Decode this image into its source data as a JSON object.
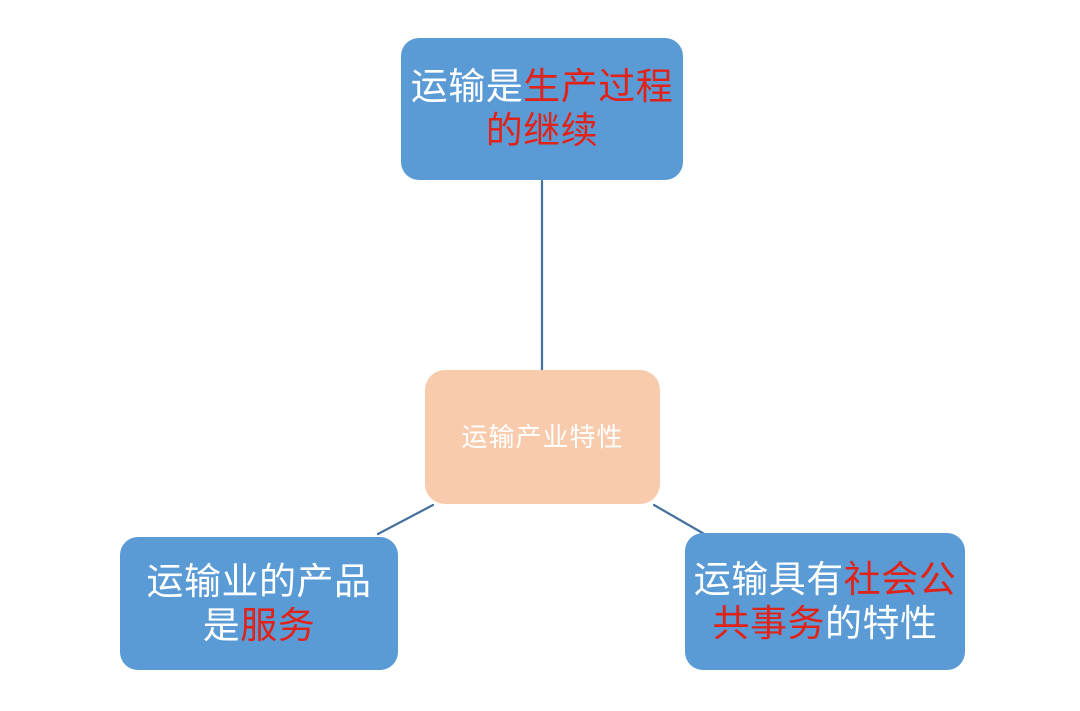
{
  "diagram": {
    "title": "运输产业特性",
    "colors": {
      "background": "#FFFFFF",
      "node_blue": "#5B9BD5",
      "node_center": "#F8CBAD",
      "text_white": "#FFFFFF",
      "text_highlight": "#E02218",
      "connector": "#44709D"
    },
    "center": {
      "label": "运输产业特性"
    },
    "nodes": [
      {
        "id": "top",
        "segments": [
          {
            "text": "运输是",
            "highlight": false
          },
          {
            "text": "生产过程的继续",
            "highlight": true
          }
        ],
        "full_text": "运输是生产过程的继续"
      },
      {
        "id": "left",
        "segments": [
          {
            "text": "运输业的产品是",
            "highlight": false
          },
          {
            "text": "服务",
            "highlight": true
          }
        ],
        "full_text": "运输业的产品是服务"
      },
      {
        "id": "right",
        "segments": [
          {
            "text": "运输具有",
            "highlight": false
          },
          {
            "text": "社会公共事务",
            "highlight": true
          },
          {
            "text": "的特性",
            "highlight": false
          }
        ],
        "full_text": "运输具有社会公共事务的特性"
      }
    ],
    "connectors": [
      {
        "from": "center",
        "to": "top"
      },
      {
        "from": "center",
        "to": "left"
      },
      {
        "from": "center",
        "to": "right"
      }
    ]
  }
}
